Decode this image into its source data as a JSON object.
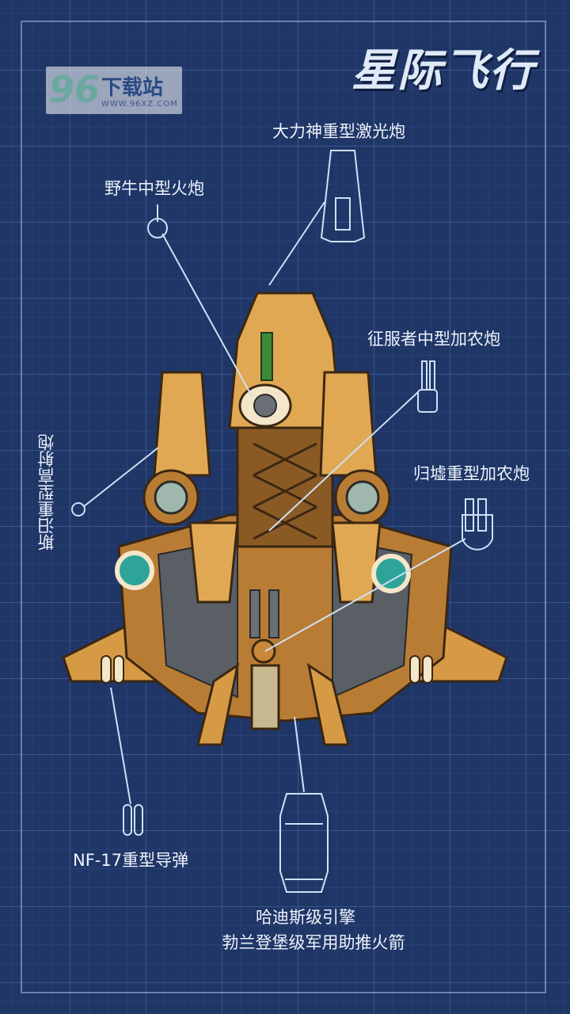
{
  "title": "星际飞行",
  "watermark": {
    "number": "96",
    "name": "下载站",
    "url": "WWW.96XZ.COM"
  },
  "parts": {
    "laser": "大力神重型激光炮",
    "bison": "野牛中型火炮",
    "conqueror": "征服者中型加农炮",
    "antiair": "斯汨重型高射炮",
    "ruins": "归墟重型加农炮",
    "missile": "NF-17重型导弹",
    "engine": "哈迪斯级引擎",
    "booster": "勃兰登堡级军用助推火箭"
  },
  "colors": {
    "background": "#1f3667",
    "hull": "#d69a45",
    "hull_dark": "#8a5a24",
    "line": "#cfe0f5"
  }
}
